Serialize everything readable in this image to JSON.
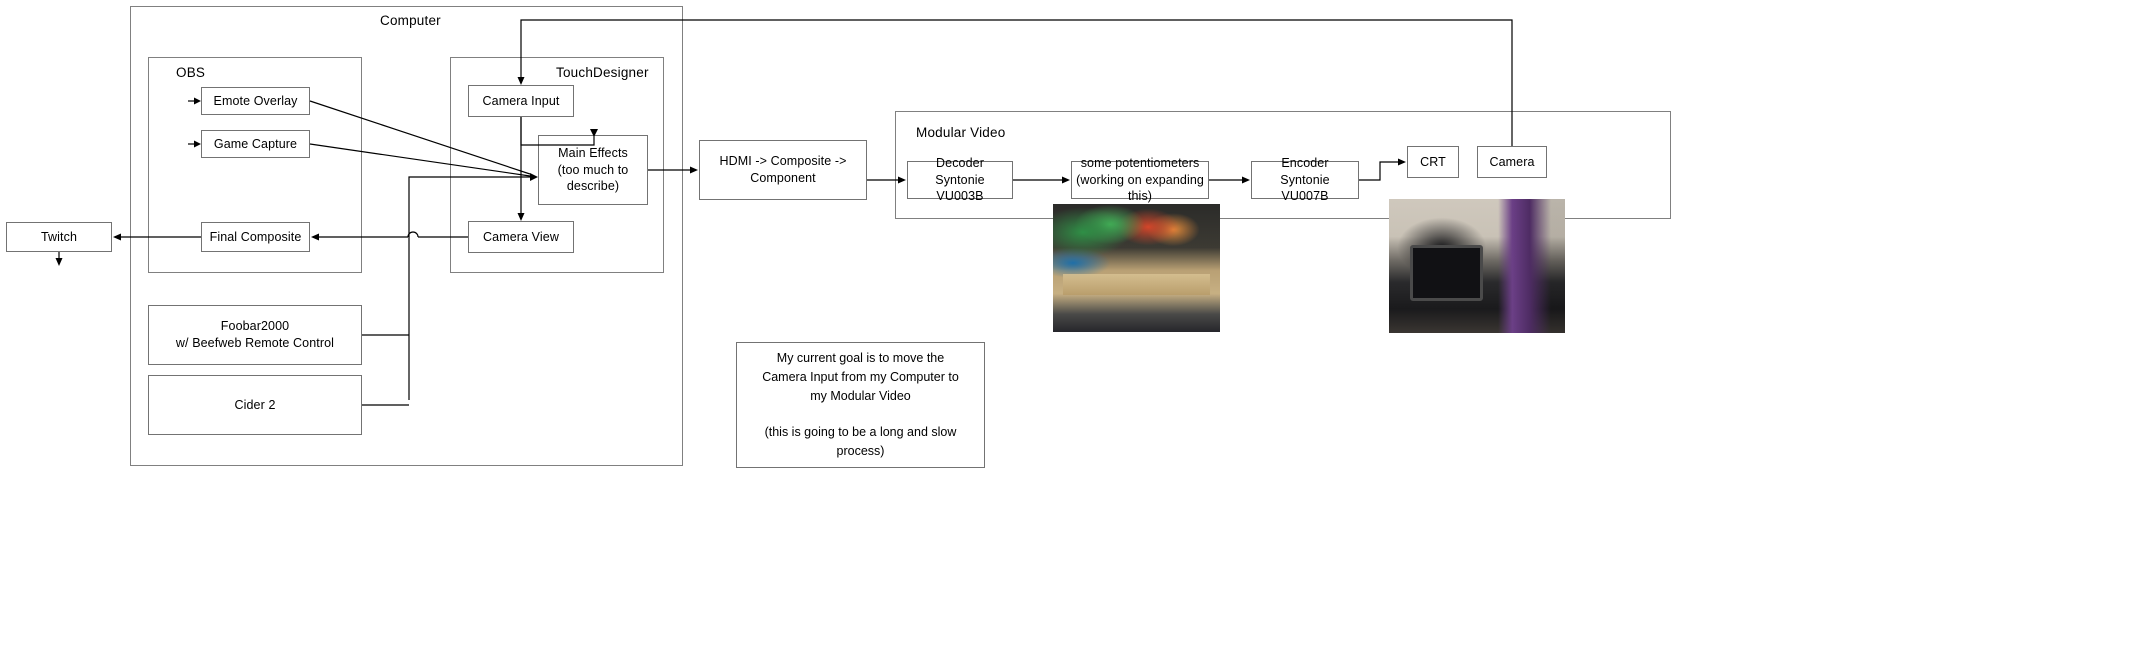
{
  "diagram": {
    "title_hint": "Streaming and modular video signal flow diagram",
    "groups": [
      {
        "id": "computer",
        "label": "Computer"
      },
      {
        "id": "obs",
        "label": "OBS"
      },
      {
        "id": "touchdesigner",
        "label": "TouchDesigner"
      },
      {
        "id": "modular_video",
        "label": "Modular Video"
      }
    ],
    "nodes": {
      "emote_overlay": {
        "line1": "Emote Overlay",
        "line2": ""
      },
      "game_capture": {
        "line1": "Game Capture",
        "line2": ""
      },
      "final_composite": {
        "line1": "Final Composite",
        "line2": ""
      },
      "foobar": {
        "line1": "Foobar2000",
        "line2": "w/ Beefweb Remote Control"
      },
      "cider": {
        "line1": "Cider 2",
        "line2": ""
      },
      "twitch": {
        "line1": "Twitch",
        "line2": ""
      },
      "camera_input": {
        "line1": "Camera Input",
        "line2": ""
      },
      "main_effects": {
        "line1": "Main Effects",
        "line2": "(too much to describe)"
      },
      "camera_view": {
        "line1": "Camera View",
        "line2": ""
      },
      "hdmi_chain": {
        "line1": "HDMI -> Composite -> Component",
        "line2": ""
      },
      "decoder": {
        "line1": "Decoder",
        "line2": "Syntonie VU003B"
      },
      "potentiometers": {
        "line1": "some potentiometers",
        "line2": "(working on expanding this)"
      },
      "encoder": {
        "line1": "Encoder",
        "line2": "Syntonie VU007B"
      },
      "crt": {
        "line1": "CRT",
        "line2": ""
      },
      "camera": {
        "line1": "Camera",
        "line2": ""
      }
    },
    "note": {
      "paragraph1": "My current goal is to move the Camera Input from my Computer to my Modular Video",
      "paragraph2": "(this is going to be a long and slow process)"
    },
    "photos": [
      {
        "id": "breadboard-photo",
        "caption": ""
      },
      {
        "id": "crt-setup-photo",
        "caption": ""
      }
    ],
    "colors": {
      "background": "#ffffff",
      "box_border": "#737373",
      "group_border": "#808080",
      "wire": "#000000",
      "text": "#000000"
    }
  }
}
